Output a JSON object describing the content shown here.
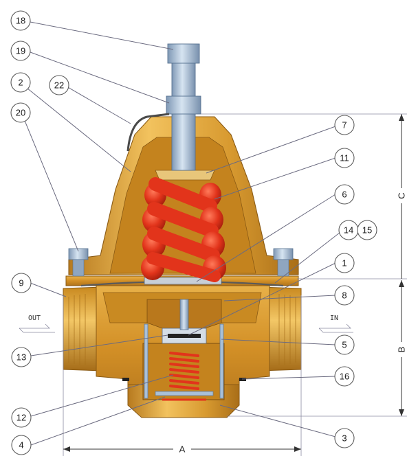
{
  "callouts": [
    "18",
    "19",
    "22",
    "2",
    "20",
    "7",
    "11",
    "6",
    "14",
    "15",
    "1",
    "9",
    "8",
    "13",
    "5",
    "16",
    "12",
    "4",
    "3"
  ],
  "flow": {
    "outlet": "OUT",
    "inlet": "IN"
  },
  "dimensions": {
    "width": "A",
    "lower_height": "B",
    "upper_height": "C"
  },
  "colors": {
    "body": "#d99a2a",
    "body_dark": "#a8701a",
    "body_light": "#f0c060",
    "spring": "#e8371e",
    "spring_dark": "#9c1e0e",
    "steel": "#a9c0d8",
    "steel_dark": "#6f8aa8",
    "cavity": "#c4831e"
  }
}
